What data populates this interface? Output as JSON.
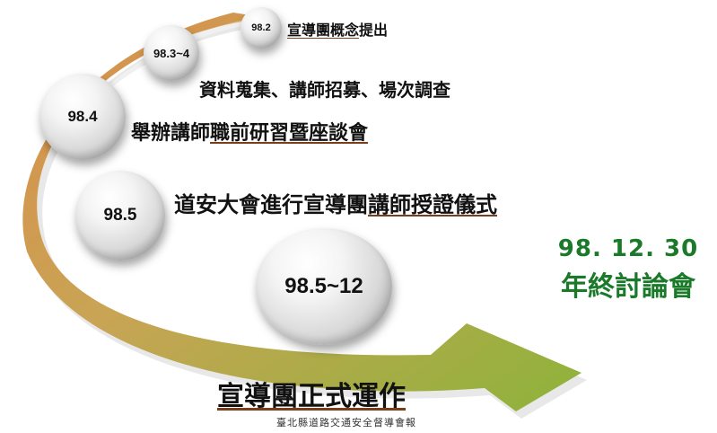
{
  "milestones": [
    {
      "date": "98.2",
      "plain": "",
      "underlined": "宣導團概念",
      "trailing": "提出"
    },
    {
      "date": "98.3~4",
      "plain": "資料蒐集、講師招募、場次調查",
      "underlined": "",
      "trailing": ""
    },
    {
      "date": "98.4",
      "plain": "舉辦講師",
      "underlined": "職前研習暨座談會",
      "trailing": ""
    },
    {
      "date": "98.5",
      "plain": "道安大會進行宣導團",
      "underlined": "講師授證儀式",
      "trailing": ""
    },
    {
      "date": "98.5~12",
      "plain": "",
      "underlined": "宣導團正式運作",
      "trailing": ""
    }
  ],
  "final_event": {
    "date": "98. 12. 30",
    "title": "年終討論會"
  },
  "footer": "臺北縣道路交通安全督導會報",
  "colors": {
    "arrow_top": "#d98e4a",
    "arrow_bottom": "#8db33a",
    "final_text": "#1a7a2a",
    "underline": "#7a3e1a"
  }
}
